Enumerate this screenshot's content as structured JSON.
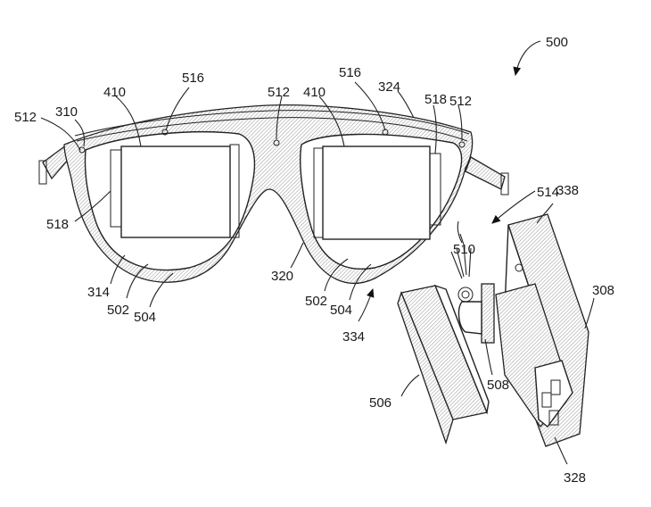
{
  "figure": {
    "labels": [
      {
        "id": "lbl-500",
        "text": "500"
      },
      {
        "id": "lbl-516a",
        "text": "516"
      },
      {
        "id": "lbl-516b",
        "text": "516"
      },
      {
        "id": "lbl-324",
        "text": "324"
      },
      {
        "id": "lbl-310",
        "text": "310"
      },
      {
        "id": "lbl-410a",
        "text": "410"
      },
      {
        "id": "lbl-410b",
        "text": "410"
      },
      {
        "id": "lbl-512a",
        "text": "512"
      },
      {
        "id": "lbl-512b",
        "text": "512"
      },
      {
        "id": "lbl-512c",
        "text": "512"
      },
      {
        "id": "lbl-518a",
        "text": "518"
      },
      {
        "id": "lbl-518b",
        "text": "518"
      },
      {
        "id": "lbl-514",
        "text": "514"
      },
      {
        "id": "lbl-338",
        "text": "338"
      },
      {
        "id": "lbl-510",
        "text": "510"
      },
      {
        "id": "lbl-308",
        "text": "308"
      },
      {
        "id": "lbl-314",
        "text": "314"
      },
      {
        "id": "lbl-502a",
        "text": "502"
      },
      {
        "id": "lbl-504a",
        "text": "504"
      },
      {
        "id": "lbl-320",
        "text": "320"
      },
      {
        "id": "lbl-502b",
        "text": "502"
      },
      {
        "id": "lbl-504b",
        "text": "504"
      },
      {
        "id": "lbl-334",
        "text": "334"
      },
      {
        "id": "lbl-506",
        "text": "506"
      },
      {
        "id": "lbl-508",
        "text": "508"
      },
      {
        "id": "lbl-328",
        "text": "328"
      }
    ]
  }
}
